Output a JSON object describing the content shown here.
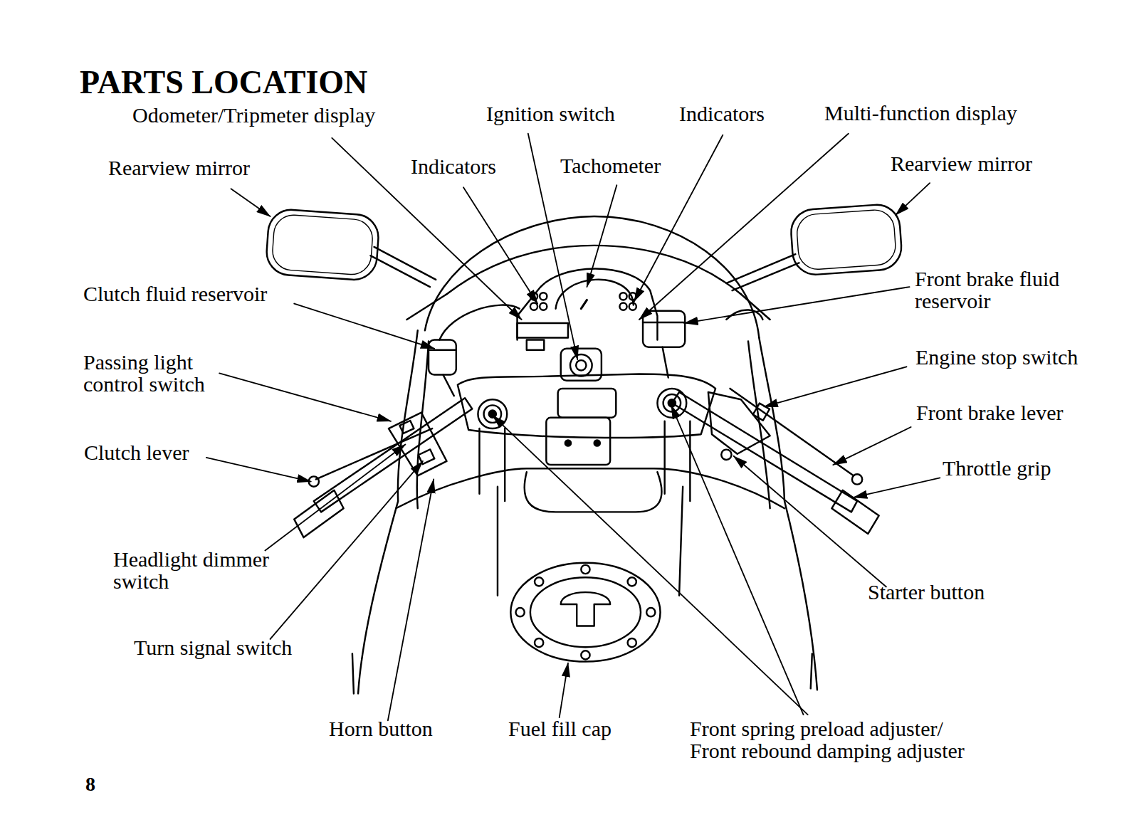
{
  "diagram": {
    "title": "PARTS LOCATION",
    "labels": [
      "Odometer/Tripmeter display",
      "Ignition switch",
      "Indicators",
      "Multi-function display",
      "Rearview mirror",
      "Indicators",
      "Tachometer",
      "Rearview mirror",
      "Clutch fluid reservoir",
      "Front brake fluid reservoir",
      "Passing light control switch",
      "Engine stop switch",
      "Front brake lever",
      "Clutch lever",
      "Throttle grip",
      "Headlight dimmer switch",
      "Starter button",
      "Turn signal switch",
      "Horn button",
      "Fuel fill cap",
      "Front spring preload adjuster/ Front rebound damping adjuster",
      "8"
    ]
  }
}
